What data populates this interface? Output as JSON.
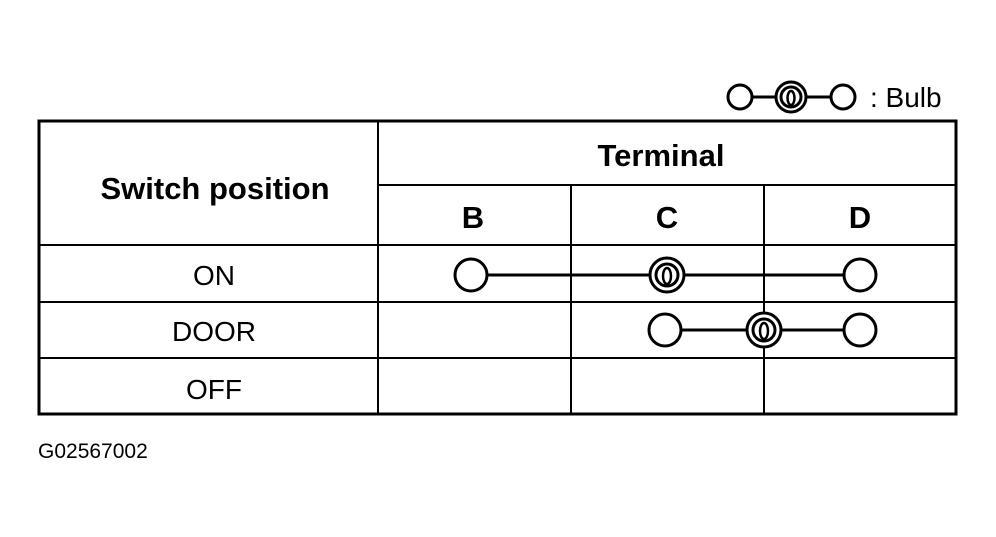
{
  "legend": {
    "symbol": "bulb-icon",
    "label": ": Bulb"
  },
  "table": {
    "header_switch": "Switch position",
    "header_terminal": "Terminal",
    "terminals": [
      "B",
      "C",
      "D"
    ],
    "rows": [
      {
        "label": "ON",
        "connection": [
          "B",
          "bulb",
          "D"
        ],
        "bulb_at": "C"
      },
      {
        "label": "DOOR",
        "connection": [
          "C",
          "bulb",
          "D"
        ],
        "bulb_at": "between C and D"
      },
      {
        "label": "OFF",
        "connection": []
      }
    ]
  },
  "figure_id": "G02567002"
}
